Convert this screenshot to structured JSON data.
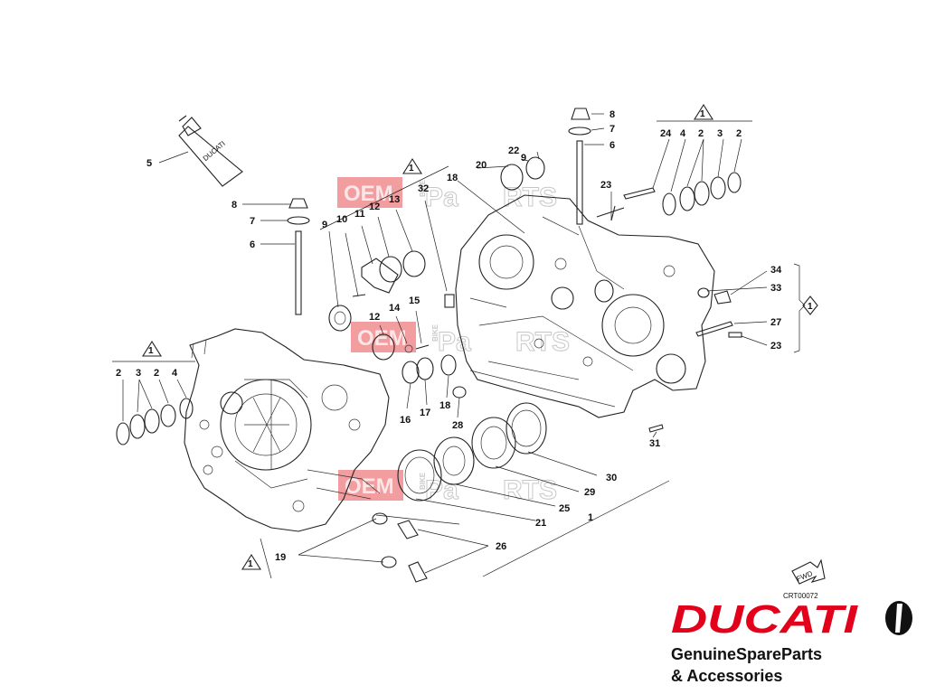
{
  "diagram": {
    "drawing_code": "CRT00072",
    "direction_label": "FWD",
    "reference_mark": "1",
    "callouts": {
      "c1": "1",
      "c2": "2",
      "c3": "3",
      "c4": "4",
      "c5": "5",
      "c6": "6",
      "c7": "7",
      "c8": "8",
      "c9": "9",
      "c10": "10",
      "c11": "11",
      "c12": "12",
      "c13": "13",
      "c14": "14",
      "c15": "15",
      "c16": "16",
      "c17": "17",
      "c18": "18",
      "c19": "19",
      "c20": "20",
      "c21": "21",
      "c22": "22",
      "c23": "23",
      "c24": "24",
      "c25": "25",
      "c26": "26",
      "c27": "27",
      "c28": "28",
      "c29": "29",
      "c30": "30",
      "c31": "31",
      "c32": "32",
      "c33": "33",
      "c34": "34"
    },
    "tube_label": "DUCATI"
  },
  "watermark": {
    "word1": "OEM",
    "word2": "BIKE",
    "word3": "Pa",
    "word4": "RTS"
  },
  "brand": {
    "name": "DUCATI",
    "tagline_1": "GenuineSpareParts",
    "tagline_2": "& Accessories",
    "brand_color": "#e2001a"
  }
}
